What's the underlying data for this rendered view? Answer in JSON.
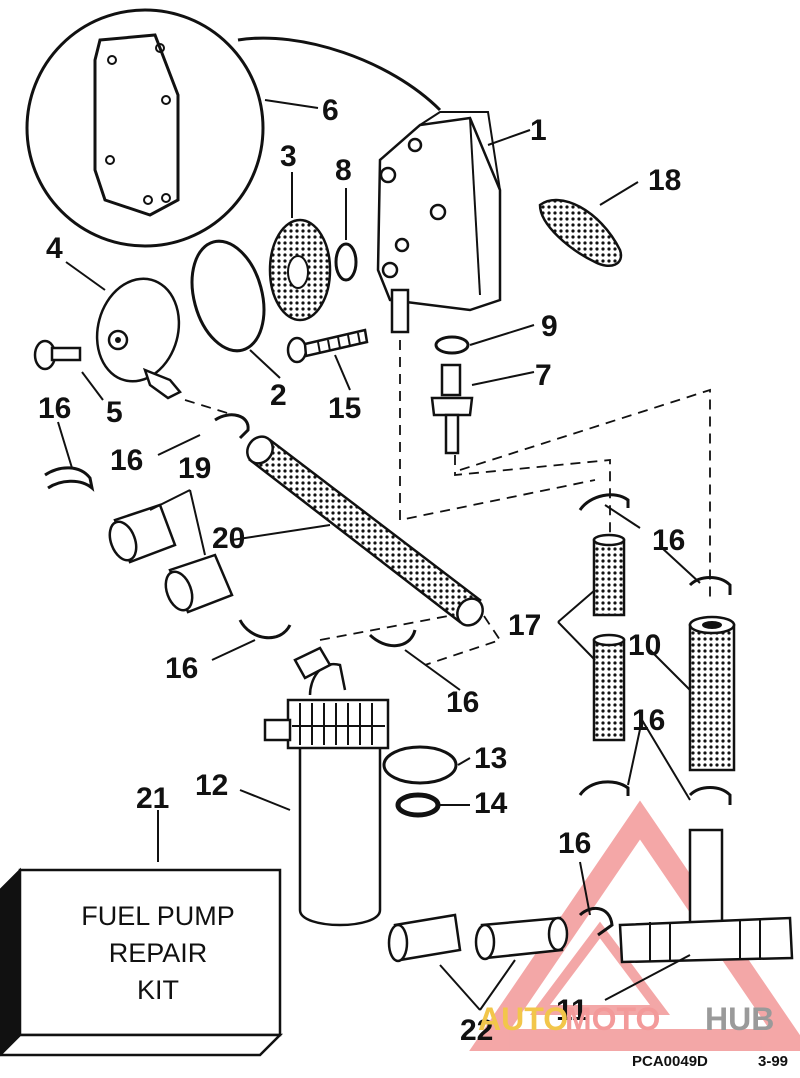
{
  "diagram": {
    "callouts": [
      {
        "id": "c1",
        "text": "1"
      },
      {
        "id": "c2",
        "text": "2"
      },
      {
        "id": "c3",
        "text": "3"
      },
      {
        "id": "c4",
        "text": "4"
      },
      {
        "id": "c5",
        "text": "5"
      },
      {
        "id": "c6",
        "text": "6"
      },
      {
        "id": "c7",
        "text": "7"
      },
      {
        "id": "c8",
        "text": "8"
      },
      {
        "id": "c9",
        "text": "9"
      },
      {
        "id": "c10",
        "text": "10"
      },
      {
        "id": "c11",
        "text": "11"
      },
      {
        "id": "c12",
        "text": "12"
      },
      {
        "id": "c13",
        "text": "13"
      },
      {
        "id": "c14",
        "text": "14"
      },
      {
        "id": "c15",
        "text": "15"
      },
      {
        "id": "c16a",
        "text": "16"
      },
      {
        "id": "c16b",
        "text": "16"
      },
      {
        "id": "c16c",
        "text": "16"
      },
      {
        "id": "c16d",
        "text": "16"
      },
      {
        "id": "c16e",
        "text": "16"
      },
      {
        "id": "c16f",
        "text": "16"
      },
      {
        "id": "c16g",
        "text": "16"
      },
      {
        "id": "c17",
        "text": "17"
      },
      {
        "id": "c18",
        "text": "18"
      },
      {
        "id": "c19",
        "text": "19"
      },
      {
        "id": "c20",
        "text": "20"
      },
      {
        "id": "c21",
        "text": "21"
      },
      {
        "id": "c22",
        "text": "22"
      }
    ],
    "kit_box": {
      "line1": "FUEL PUMP",
      "line2": "REPAIR",
      "line3": "KIT"
    },
    "figure_code": "PCA0049D",
    "page_ref": "3-99"
  },
  "watermark": {
    "part1": "AUTO",
    "part2": "MOTO",
    "part3": "HUB",
    "colors": {
      "auto": "#f2c64a",
      "moto": "#f39a9a",
      "hub": "#9a9a9a",
      "triangle": "#f08a8a"
    }
  }
}
